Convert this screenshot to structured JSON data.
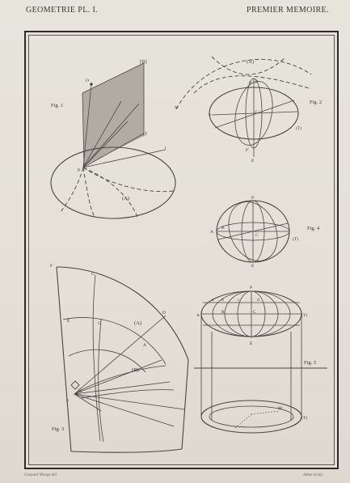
{
  "header": {
    "left": "GEOMETRIE PL. I.",
    "right": "PREMIER MEMOIRE."
  },
  "credits": {
    "left": "Gaspard Monge del.",
    "right": "Adam Sculp."
  },
  "figures": {
    "fig1": {
      "label": "Fig. 1",
      "tag_top": "[B]",
      "tag_sphere": "(A)",
      "pts": [
        "O",
        "P",
        "T",
        "t"
      ]
    },
    "fig2": {
      "label": "Fig. 2",
      "tag_top": "(A)",
      "tag_side": "(T)",
      "pts": [
        "m",
        "n",
        "p",
        "P",
        "C",
        "E",
        "p'"
      ]
    },
    "fig3": {
      "label": "Fig. 3",
      "tags": [
        "(A)",
        "(B)"
      ],
      "pts": [
        "F",
        "C'",
        "C",
        "E",
        "D",
        "A",
        "P",
        "Q"
      ]
    },
    "fig4": {
      "label": "Fig. 4",
      "tag_side": "(T)",
      "pts": [
        "P",
        "A",
        "B",
        "C",
        "E"
      ]
    },
    "fig5": {
      "label": "Fig. 5",
      "tag_top": "(T)",
      "tag_bottom": "(T)",
      "pts": [
        "P",
        "A",
        "B",
        "C",
        "E",
        "M",
        "a",
        "b",
        "c",
        "d"
      ]
    }
  }
}
